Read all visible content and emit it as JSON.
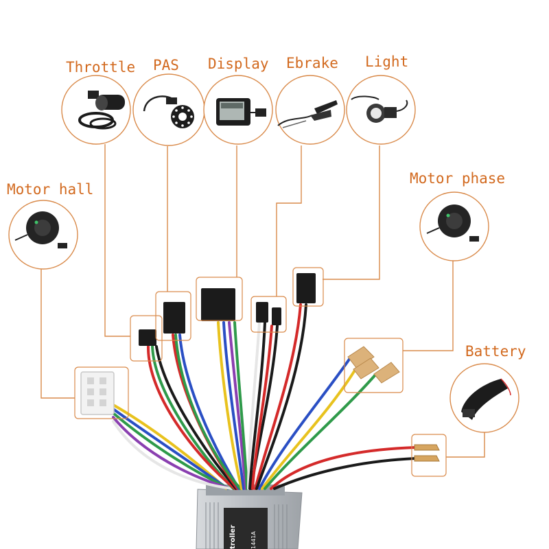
{
  "labels": {
    "throttle": "Throttle",
    "pas": "PAS",
    "display": "Display",
    "ebrake": "Ebrake",
    "light": "Light",
    "motor_hall": "Motor hall",
    "motor_phase": "Motor phase",
    "battery": "Battery"
  },
  "controller": {
    "label_fragment": "troller",
    "model_fragment": "1441A"
  },
  "colors": {
    "label": "#d2691e",
    "leader_line": "#d98a4a",
    "wire_red": "#d42a2a",
    "wire_black": "#1a1a1a",
    "wire_blue": "#2a4fc4",
    "wire_green": "#2f9a4a",
    "wire_yellow": "#e8c21e",
    "wire_purple": "#8a3fb0",
    "wire_white": "#e6e6e6",
    "controller_body": "#b9bdc2"
  },
  "icons": [
    "throttle-icon",
    "pas-sensor-icon",
    "display-icon",
    "ebrake-icon",
    "light-icon",
    "hub-motor-icon",
    "battery-icon"
  ]
}
